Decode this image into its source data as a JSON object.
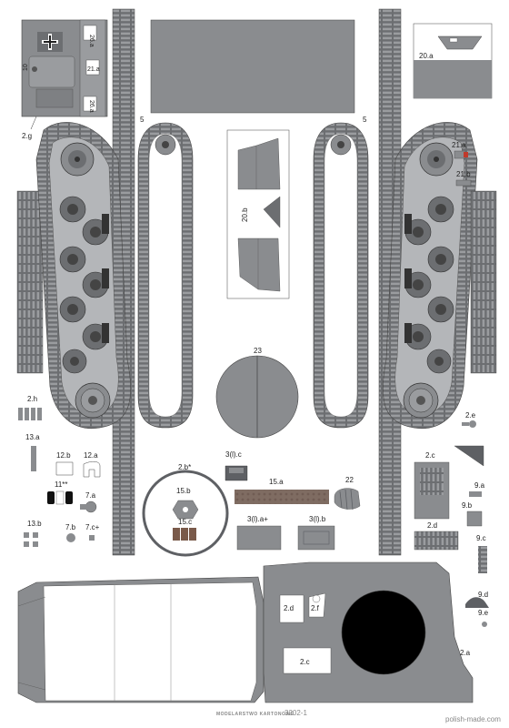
{
  "sheet": {
    "footer_brand": "MODELARSTWO KARTONOWE",
    "footer_code": "3202-1",
    "footer_site": "polish-made.com"
  },
  "labels": {
    "p26a_top": "26.a",
    "p26a_bot": "26.a",
    "p21a_top": "21.a",
    "p10": "10",
    "p2g": "2.g",
    "p5_left": "5",
    "p5_right": "5",
    "p20a": "20.a",
    "p21a": "21.a",
    "p21b": "21.b",
    "p20b": "20.b",
    "p23": "23",
    "p2h": "2.h",
    "p2e": "2.e",
    "p13a": "13.a",
    "p12b": "12.b",
    "p12a": "12.a",
    "p11": "11**",
    "p7a": "7.a",
    "p13b": "13.b",
    "p7b": "7.b",
    "p7c": "7.c+",
    "p2b": "2.b*",
    "p15b": "15.b",
    "p15c": "15.c",
    "p3ic": "3(l).c",
    "p15a": "15.a",
    "p22": "22",
    "p3ia": "3(l).a+",
    "p3ib": "3(l).b",
    "p2c_top": "2.c",
    "p9a": "9.a",
    "p9b": "9.b",
    "p2d_top": "2.d",
    "p9c": "9.c",
    "p9d": "9.d",
    "p9e": "9.e",
    "p2d": "2.d",
    "p2f": "2.f",
    "p2c": "2.c",
    "p2a": "2.a"
  },
  "colors": {
    "grey": "#8a8c8f",
    "grey_dark": "#5e6064",
    "grey_light": "#b4b6b9",
    "track": "#6c6e71",
    "brown": "#7a5a4a",
    "black": "#000000"
  }
}
